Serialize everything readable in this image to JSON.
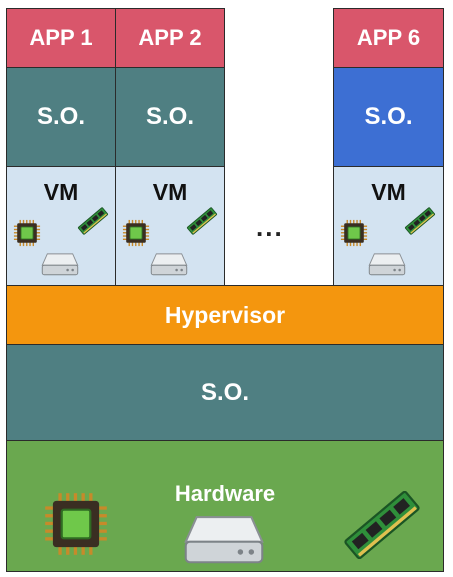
{
  "apps": [
    "APP 1",
    "APP 2",
    "APP 6"
  ],
  "guest_os": "S.O.",
  "vm_label": "VM",
  "ellipsis": "...",
  "hypervisor": "Hypervisor",
  "host_os": "S.O.",
  "hardware": "Hardware",
  "colors": {
    "app": "#d9566b",
    "guest_os_teal": "#4f7f82",
    "guest_os_blue": "#3d6fd3",
    "vm": "#d3e3f1",
    "hypervisor": "#f4960e",
    "host_os": "#4f7f82",
    "hardware": "#6aa84f"
  },
  "icons": [
    "cpu-chip-icon",
    "hard-disk-icon",
    "ram-module-icon"
  ]
}
